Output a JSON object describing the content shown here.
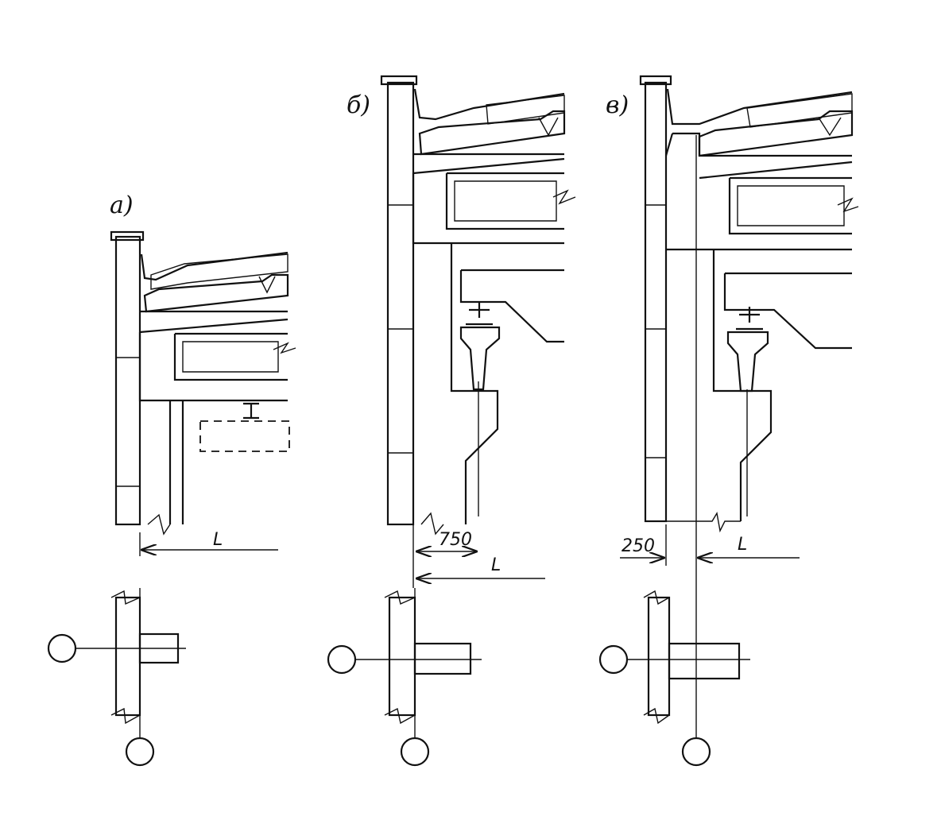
{
  "variants": [
    {
      "id": "a",
      "label": "а)",
      "span_label": "L"
    },
    {
      "id": "b",
      "label": "б)",
      "offset_label": "750",
      "span_label": "L"
    },
    {
      "id": "v",
      "label": "в)",
      "offset_label": "250",
      "span_label": "L"
    }
  ],
  "colors": {
    "ink": "#111111",
    "paper": "#ffffff"
  }
}
